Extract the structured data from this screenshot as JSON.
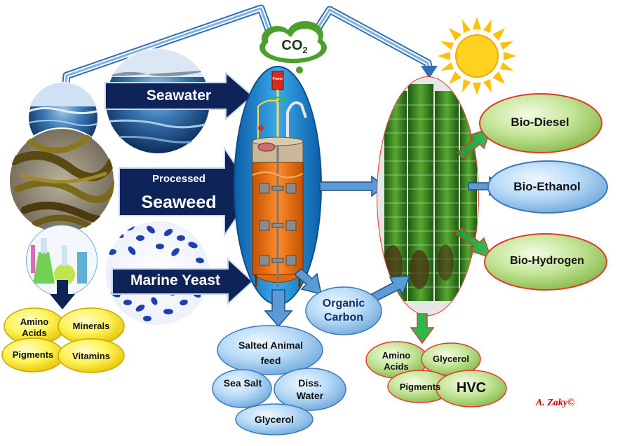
{
  "diagram": {
    "co2": "CO2",
    "inputs": {
      "seawater": "Seawater",
      "processed": "Processed",
      "seaweed": "Seaweed",
      "marine_yeast": "Marine Yeast"
    },
    "left_products": [
      "Amino Acids",
      "Minerals",
      "Pigments",
      "Vitamins"
    ],
    "reactor_power": "Power",
    "organic_carbon": "Organic Carbon",
    "reactor_products": {
      "salted_animal_feed": "Salted Animal feed",
      "sea_salt": "Sea Salt",
      "diss_water": "Diss. Water",
      "glycerol": "Glycerol"
    },
    "biofuels": [
      "Bio-Diesel",
      "Bio-Ethanol",
      "Bio-Hydrogen"
    ],
    "algae_products": {
      "amino_acids": "Amino Acids",
      "glycerol": "Glycerol",
      "pigments": "Pigments",
      "hvc": "HVC"
    },
    "copyright": "A. Zaky©"
  },
  "colors": {
    "navy_arrow": "#0e2459",
    "arrow_fill": "#5b9bd5",
    "yellow_oval": "#ffef3a",
    "blue_oval": "#a9d0f5",
    "green_oval": "#b6dc7c",
    "reactor_blue": "#1a8ed6",
    "reactor_orange": "#ff7a1a",
    "algae_green": "#3e8a1e",
    "red_arrow": "#e23a2a",
    "sun": "#ffc000"
  }
}
